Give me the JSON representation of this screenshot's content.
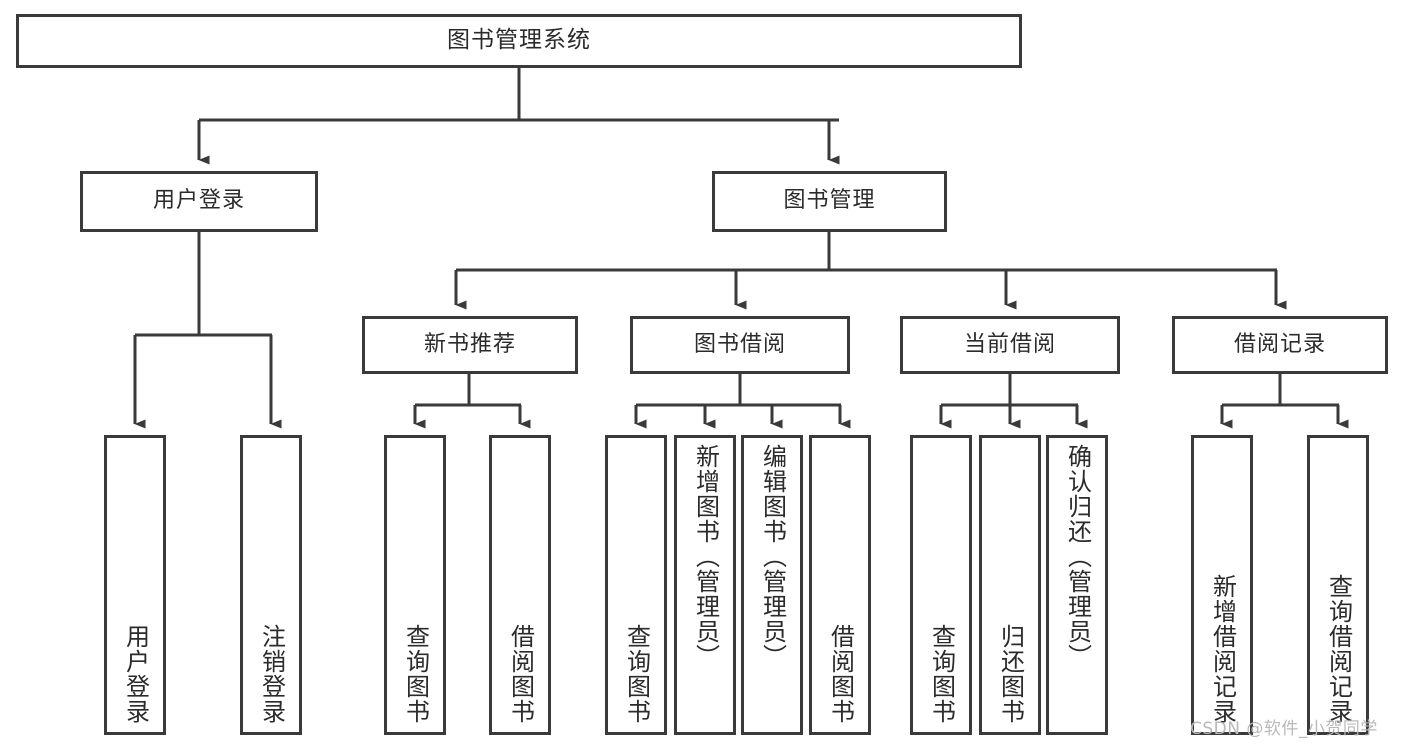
{
  "diagram": {
    "title": "图书管理系统",
    "type": "tree",
    "line_color": "#3a3a3a",
    "box_fill": "#ffffff",
    "text_color": "#2b2b2b"
  },
  "nodes": {
    "root": {
      "label": "图书管理系统"
    },
    "level1": [
      {
        "id": "user-login",
        "label": "用户登录"
      },
      {
        "id": "book-management",
        "label": "图书管理"
      }
    ],
    "level2": [
      {
        "id": "new-book-recommend",
        "label": "新书推荐"
      },
      {
        "id": "book-borrow",
        "label": "图书借阅"
      },
      {
        "id": "current-borrow",
        "label": "当前借阅"
      },
      {
        "id": "borrow-record",
        "label": "借阅记录"
      }
    ],
    "leaves": [
      {
        "id": "leaf-user-login",
        "label": "用户登录",
        "parent": "user-login"
      },
      {
        "id": "leaf-logout",
        "label": "注销登录",
        "parent": "user-login"
      },
      {
        "id": "leaf-query-book-1",
        "label": "查询图书",
        "parent": "new-book-recommend"
      },
      {
        "id": "leaf-borrow-book-1",
        "label": "借阅图书",
        "parent": "new-book-recommend"
      },
      {
        "id": "leaf-query-book-2",
        "label": "查询图书",
        "parent": "book-borrow"
      },
      {
        "id": "leaf-add-book",
        "label": "新增图书（管理员）",
        "parent": "book-borrow"
      },
      {
        "id": "leaf-edit-book",
        "label": "编辑图书（管理员）",
        "parent": "book-borrow"
      },
      {
        "id": "leaf-borrow-book-2",
        "label": "借阅图书",
        "parent": "book-borrow"
      },
      {
        "id": "leaf-query-book-3",
        "label": "查询图书",
        "parent": "current-borrow"
      },
      {
        "id": "leaf-return-book",
        "label": "归还图书",
        "parent": "current-borrow"
      },
      {
        "id": "leaf-confirm-return",
        "label": "确认归还（管理员）",
        "parent": "current-borrow"
      },
      {
        "id": "leaf-add-record",
        "label": "新增借阅记录",
        "parent": "borrow-record"
      },
      {
        "id": "leaf-query-record",
        "label": "查询借阅记录",
        "parent": "borrow-record"
      }
    ]
  },
  "watermark": {
    "text": "CSDN @软件_小贺同学"
  }
}
